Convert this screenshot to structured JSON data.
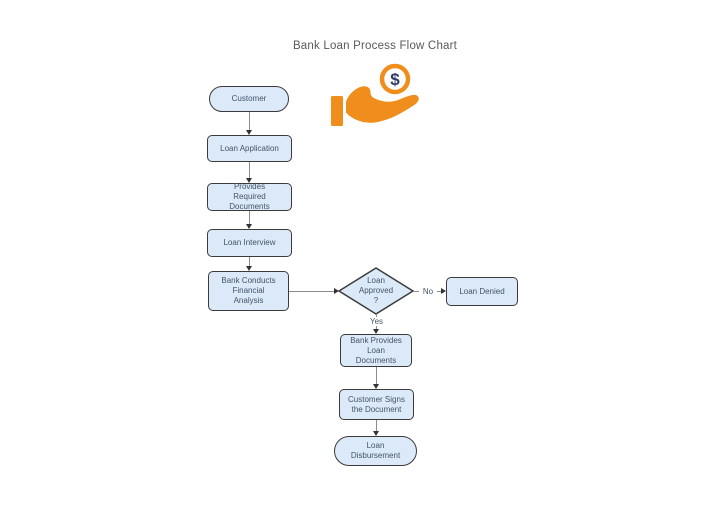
{
  "page": {
    "title": "Bank Loan Process Flow Chart"
  },
  "colors": {
    "background": "#ffffff",
    "node_fill": "#dbe9f8",
    "node_border": "#3b3b3b",
    "node_text": "#44546a",
    "title_text": "#595959",
    "connector_line": "#8c8c8c",
    "arrowhead": "#333333",
    "icon_orange": "#ef8e1d",
    "coin_dollar_navy": "#2f3c64"
  },
  "icon": {
    "name": "hand-receiving-dollar-coin",
    "dollar_sign": "$"
  },
  "nodes": {
    "customer": {
      "label": "Customer",
      "shape": "terminator"
    },
    "loan_application": {
      "label": "Loan Application",
      "shape": "process"
    },
    "provides_required_documents": {
      "label": "Provides Required Documents",
      "shape": "process"
    },
    "loan_interview": {
      "label": "Loan Interview",
      "shape": "process"
    },
    "bank_conducts_financial_analysis": {
      "label": "Bank Conducts Financial Analysis",
      "shape": "process"
    },
    "loan_approved": {
      "label": "Loan Approved ?",
      "shape": "decision"
    },
    "loan_denied": {
      "label": "Loan Denied",
      "shape": "process"
    },
    "bank_provides_loan_documents": {
      "label": "Bank Provides Loan Documents",
      "shape": "process"
    },
    "customer_signs_the_document": {
      "label": "Customer Signs the Document",
      "shape": "process"
    },
    "loan_disbursement": {
      "label": "Loan Disbursement",
      "shape": "terminator"
    }
  },
  "edges": [
    {
      "from": "Customer",
      "to": "Loan Application",
      "label": ""
    },
    {
      "from": "Loan Application",
      "to": "Provides Required Documents",
      "label": ""
    },
    {
      "from": "Provides Required Documents",
      "to": "Loan Interview",
      "label": ""
    },
    {
      "from": "Loan Interview",
      "to": "Bank Conducts Financial Analysis",
      "label": ""
    },
    {
      "from": "Bank Conducts Financial Analysis",
      "to": "Loan Approved ?",
      "label": ""
    },
    {
      "from": "Loan Approved ?",
      "to": "Loan Denied",
      "label": "No"
    },
    {
      "from": "Loan Approved ?",
      "to": "Bank Provides Loan Documents",
      "label": "Yes"
    },
    {
      "from": "Bank Provides Loan Documents",
      "to": "Customer Signs the Document",
      "label": ""
    },
    {
      "from": "Customer Signs the Document",
      "to": "Loan Disbursement",
      "label": ""
    }
  ]
}
